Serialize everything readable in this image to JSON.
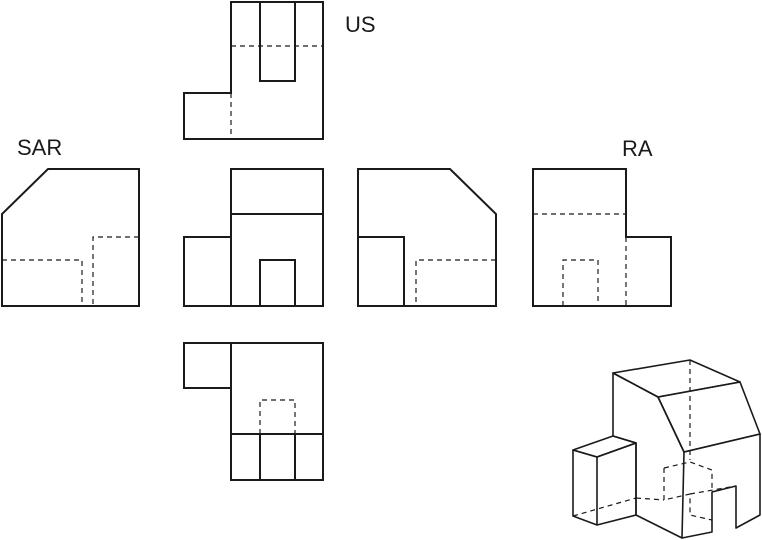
{
  "labels": {
    "top": "US",
    "left": "SAR",
    "right": "RA"
  },
  "colors": {
    "line": "#1a1a1a",
    "background": "#ffffff"
  }
}
